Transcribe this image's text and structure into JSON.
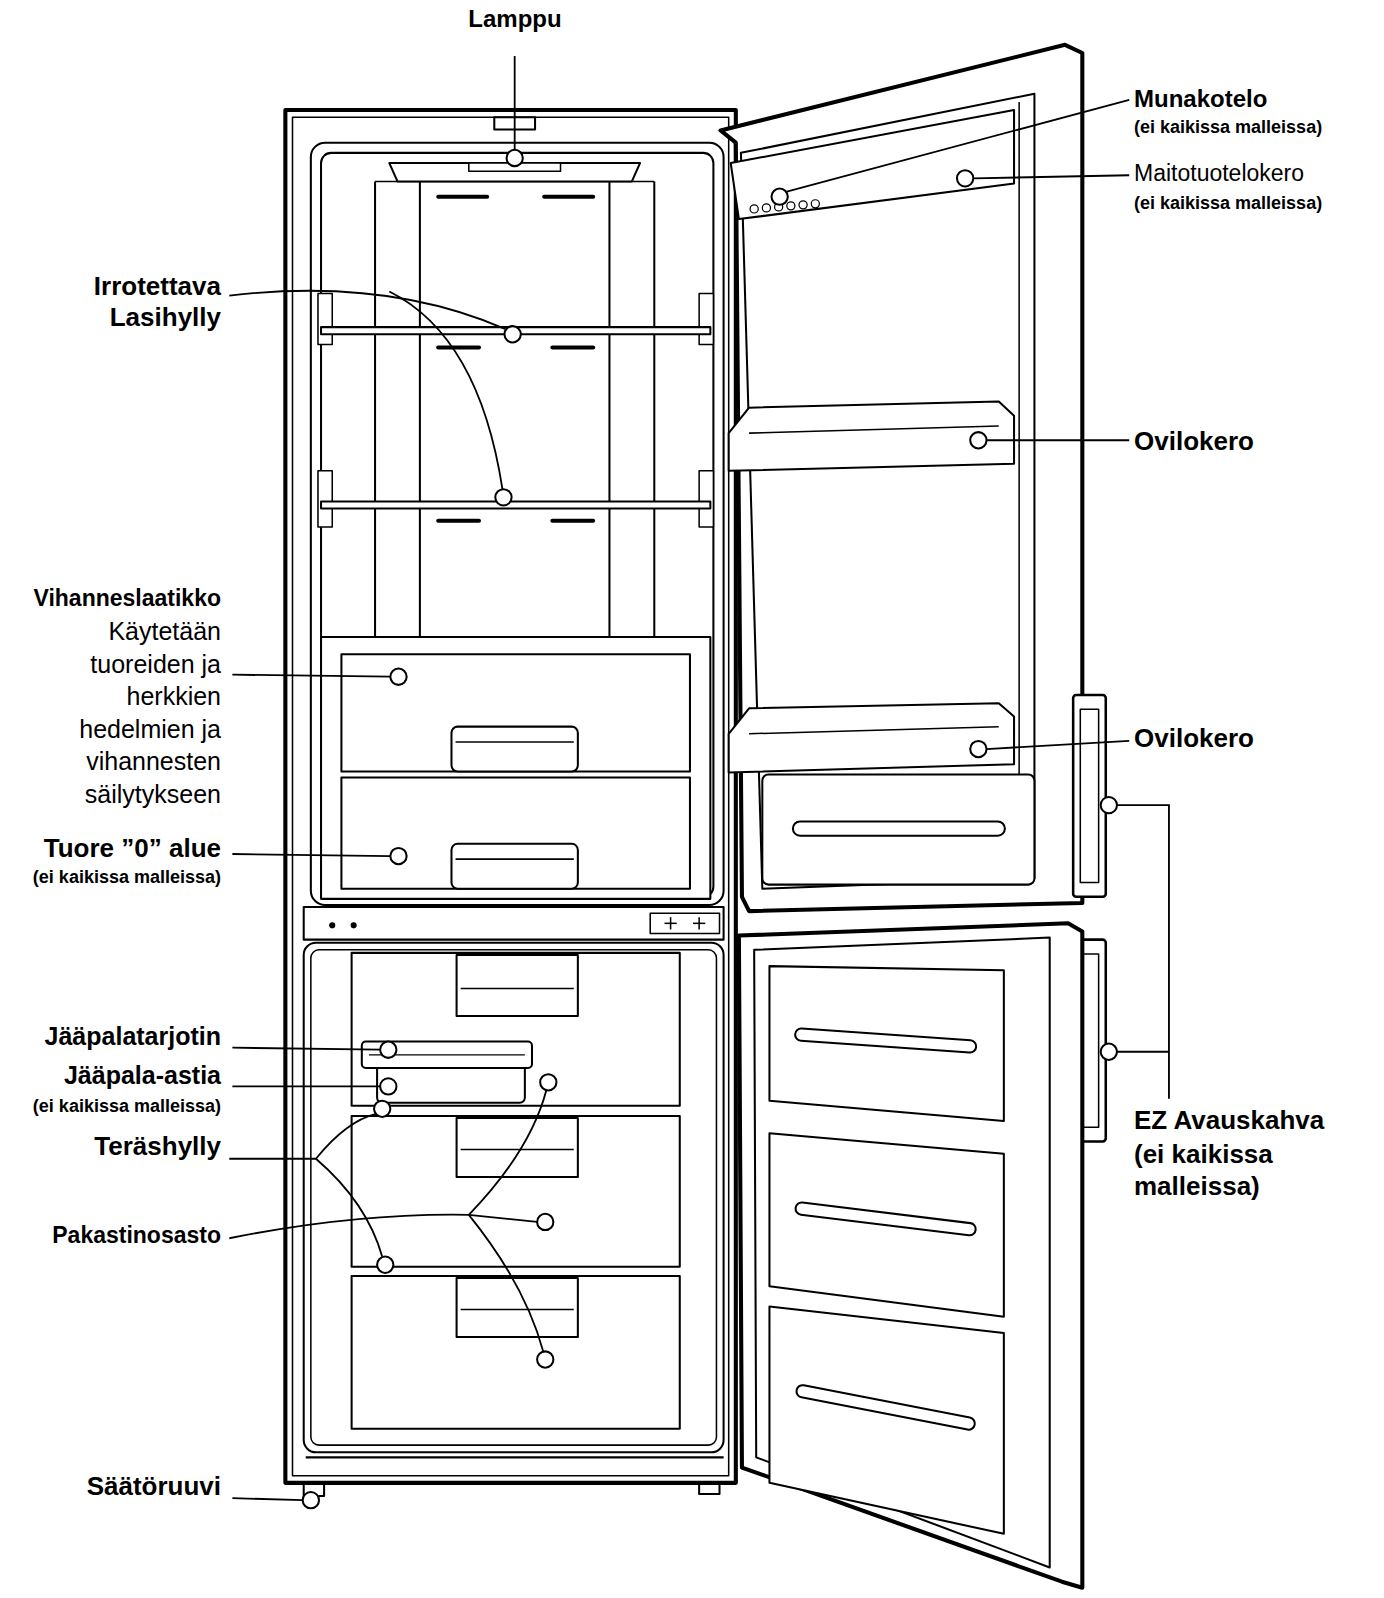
{
  "diagram": {
    "labels": [
      "Lamppu",
      "Munakotelo",
      "(ei kaikissa malleissa)",
      "Maitotuotelokero",
      "(ei kaikissa malleissa)",
      "Irrotettava Lasihylly",
      "Ovilokero",
      "Vihanneslaatikko",
      "Käytetään tuoreiden ja herkkien hedelmien ja vihannesten säilytykseen",
      "Ovilokero",
      "Tuore ”0” alue",
      "(ei kaikissa malleissa)",
      "EZ Avauskahva",
      "(ei kaikissa malleissa)",
      "Jääpalatarjotin",
      "Jääpala-astia",
      "(ei kaikissa malleissa)",
      "Teräshylly",
      "Pakastinosasto",
      "Säätöruuvi"
    ]
  }
}
